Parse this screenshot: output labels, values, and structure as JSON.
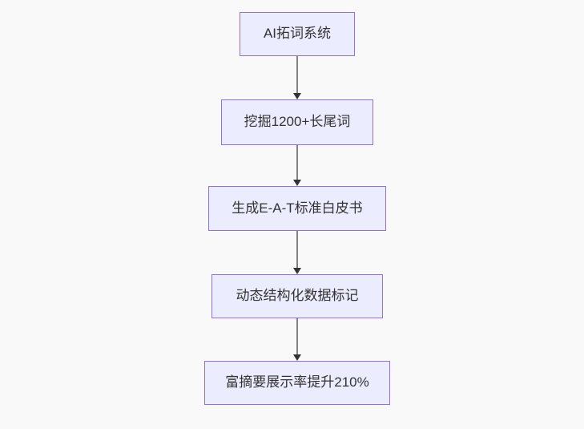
{
  "diagram": {
    "type": "flowchart",
    "direction": "top-down",
    "colors": {
      "background": "#f9f9f9",
      "node_fill": "#ECECFF",
      "node_border": "#9370DB",
      "node_text": "#333333",
      "edge_line": "#838383",
      "arrowhead": "#333333"
    },
    "nodes": [
      {
        "id": "n1",
        "label": "AI拓词系统"
      },
      {
        "id": "n2",
        "label": "挖掘1200+长尾词"
      },
      {
        "id": "n3",
        "label": "生成E-A-T标准白皮书"
      },
      {
        "id": "n4",
        "label": "动态结构化数据标记"
      },
      {
        "id": "n5",
        "label": "富摘要展示率提升210%"
      }
    ],
    "edges": [
      {
        "from": "n1",
        "to": "n2",
        "arrow": "down"
      },
      {
        "from": "n2",
        "to": "n3",
        "arrow": "down"
      },
      {
        "from": "n3",
        "to": "n4",
        "arrow": "down"
      },
      {
        "from": "n4",
        "to": "n5",
        "arrow": "down"
      }
    ]
  }
}
